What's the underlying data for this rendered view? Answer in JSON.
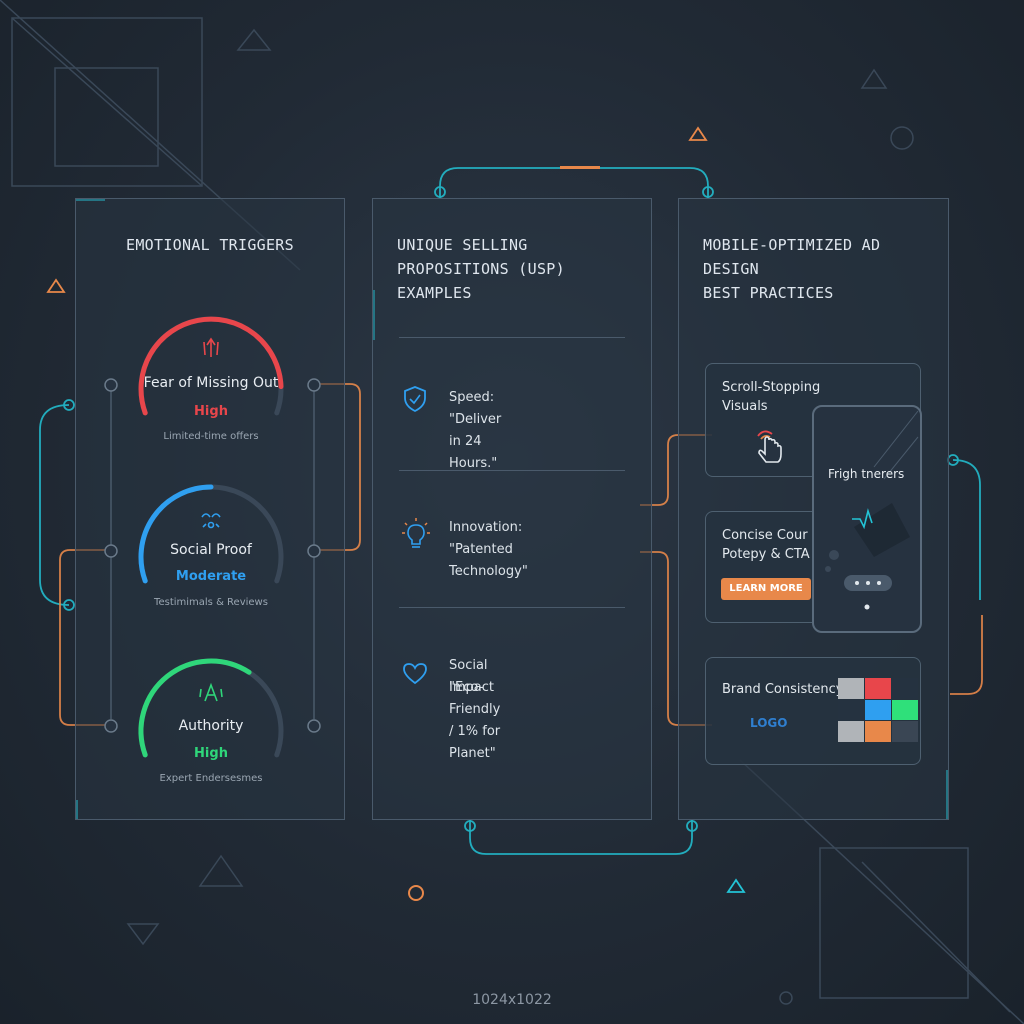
{
  "panels": {
    "emotional": {
      "title": "EMOTIONAL TRIGGERS",
      "gauges": [
        {
          "name": "Fear of Missing Out",
          "level": "High",
          "sub": "Limited-time offers",
          "color": "#e8464b",
          "value": 0.9
        },
        {
          "name": "Social Proof",
          "level": "Moderate",
          "sub": "Testimimals & Reviews",
          "color": "#2f9ff0",
          "value": 0.5
        },
        {
          "name": "Authority",
          "level": "High",
          "sub": "Expert Endersesmes",
          "color": "#2fd67a",
          "value": 0.65
        }
      ]
    },
    "usp": {
      "title_line1": "UNIQUE SELLING",
      "title_line2": "PROPOSITIONS (USP) EXAMPLES",
      "items": [
        {
          "icon": "shield-icon",
          "line1": "Speed: \"Deliver in 24 Hours.\"",
          "line2": ""
        },
        {
          "icon": "lightbulb-icon",
          "line1": "Innovation:",
          "line2": "\"Patented Technology\""
        },
        {
          "icon": "heart-icon",
          "line1": "Social Impact",
          "line2": "\"Eco-Friendly / 1% for Planet\""
        }
      ]
    },
    "mobile": {
      "title_line1": "MOBILE-OPTIMIZED AD DESIGN",
      "title_line2": "BEST PRACTICES",
      "cards": [
        {
          "title_line1": "Scroll-Stopping",
          "title_line2": "Visuals"
        },
        {
          "title_line1": "Concise Cour",
          "title_line2": "Potepy & CTA",
          "button": "LEARN MORE"
        },
        {
          "title_line1": "Brand Consistency",
          "logo": "LOGO"
        }
      ],
      "phone_text": "Frigh tnerers",
      "swatches": [
        "#b0b4b8",
        "#e8464b",
        "#253240",
        "#253240",
        "#2f9ff0",
        "#2fe07a",
        "#b0b4b8",
        "#e8884a",
        "#3a4654"
      ]
    }
  },
  "colors": {
    "cyan": "#23c4d6",
    "orange": "#e8884a"
  },
  "dimension_label": "1024x1022"
}
